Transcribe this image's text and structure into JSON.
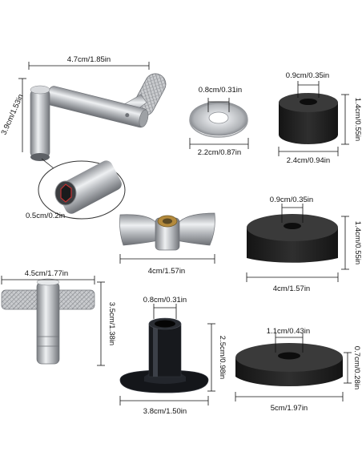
{
  "colors": {
    "background": "#ffffff",
    "chrome": "#c7c9cc",
    "felt": "#262626",
    "sleeve": "#101215",
    "washer": "#b5b8bc"
  },
  "items": {
    "crank_key": {
      "icon": "crank-drum-key-icon",
      "width_label": "4.7cm/1.85in",
      "height_label": "3.9cm/1.53in",
      "socket_label": "0.5cm/0.2in"
    },
    "metal_washer": {
      "icon": "metal-washer-icon",
      "inner_label": "0.8cm/0.31in",
      "outer_label": "2.2cm/0.87in"
    },
    "small_felt": {
      "icon": "small-felt-icon",
      "hole_label": "0.9cm/0.35in",
      "height_label": "1.4cm/0.55in",
      "width_label": "2.4cm/0.94in"
    },
    "wing_nut": {
      "icon": "wing-nut-icon",
      "width_label": "4cm/1.57in"
    },
    "large_felt": {
      "icon": "large-felt-icon",
      "hole_label": "0.9cm/0.35in",
      "height_label": "1.4cm/0.55in",
      "width_label": "4cm/1.57in"
    },
    "t_key": {
      "icon": "t-drum-key-icon",
      "width_label": "4.5cm/1.77in",
      "height_label": "3.5cm/1.38in"
    },
    "cymbal_sleeve": {
      "icon": "cymbal-sleeve-icon",
      "tube_label": "0.8cm/0.31in",
      "height_label": "2.5cm/0.98in",
      "base_label": "3.8cm/1.50in"
    },
    "thin_felt": {
      "icon": "thin-felt-icon",
      "hole_label": "1.1cm/0.43in",
      "height_label": "0.7cm/0.28in",
      "width_label": "5cm/1.97in"
    }
  }
}
